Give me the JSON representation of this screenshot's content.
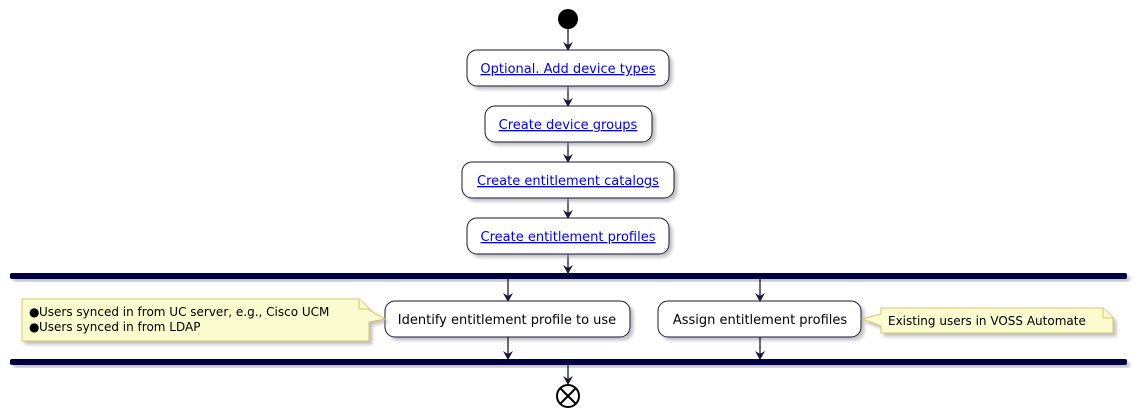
{
  "activities": [
    {
      "label": "Optional. Add device types",
      "link": true
    },
    {
      "label": "Create device groups",
      "link": true
    },
    {
      "label": "Create entitlement catalogs",
      "link": true
    },
    {
      "label": "Create entitlement profiles",
      "link": true
    }
  ],
  "branches": [
    {
      "label": "Identify entitlement profile to use",
      "link": false
    },
    {
      "label": "Assign entitlement profiles",
      "link": false
    }
  ],
  "notes": {
    "left": {
      "bullet": "●",
      "lines": [
        "Users synced in from UC server, e.g., Cisco UCM",
        "Users synced in from LDAP"
      ]
    },
    "right": {
      "text": "Existing users in VOSS Automate"
    }
  },
  "colors": {
    "activity_fill": "#ffffff",
    "activity_stroke": "#181838",
    "arrow": "#181838",
    "fork_bar": "#000040",
    "note_fill": "#fbfbd0",
    "note_stroke": "#d6c868",
    "shadow": "#c8c8c8",
    "link": "#0000ee"
  }
}
